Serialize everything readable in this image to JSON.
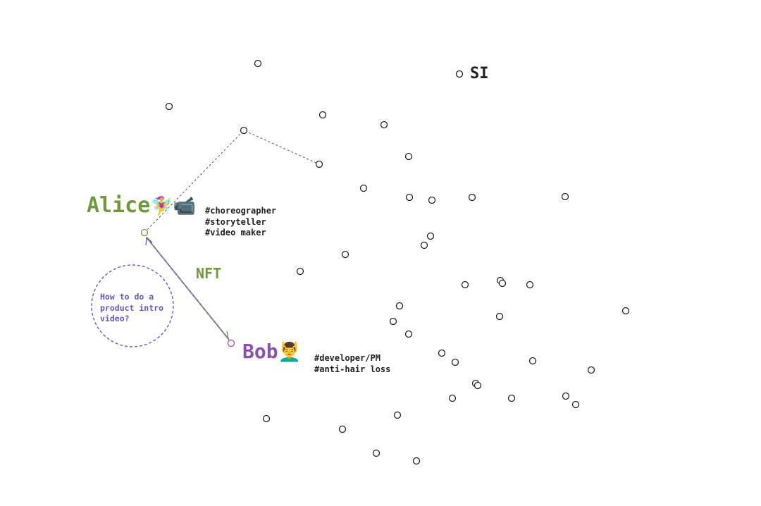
{
  "si_label": "SI",
  "alice": {
    "name": "Alice",
    "emoji": "🧚‍♀️📹",
    "tags": [
      "#choreographer",
      "#storyteller",
      "#video maker"
    ]
  },
  "bob": {
    "name": "Bob",
    "emoji": "💆‍♂️",
    "tags": [
      "#developer/PM",
      "#anti-hair loss"
    ]
  },
  "link_label": "NFT",
  "question": "How to do a product intro video?",
  "colors": {
    "alice": "#6e9a3a",
    "bob": "#8e4fb3",
    "question": "#6a55cf",
    "node": "#222222"
  }
}
